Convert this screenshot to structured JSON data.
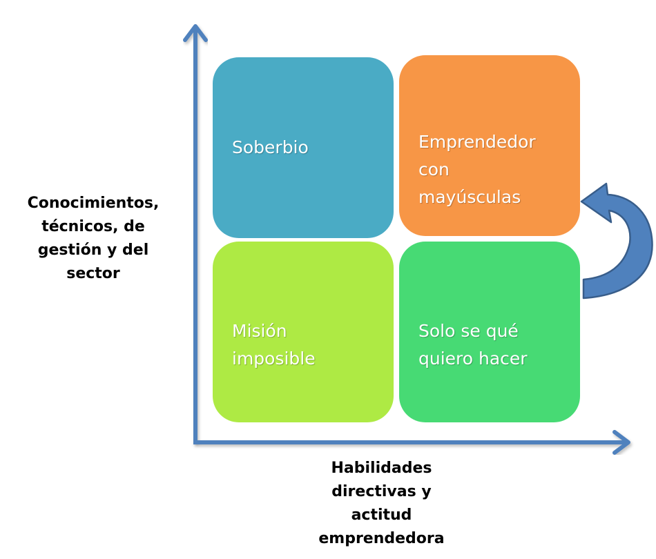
{
  "diagram": {
    "type": "2x2 matrix",
    "y_axis_label_lines": [
      "Conocimientos,",
      "técnicos, de",
      "gestión y del",
      "sector"
    ],
    "x_axis_label_lines": [
      "Habilidades",
      "directivas y",
      "actitud",
      "emprendedora"
    ],
    "quadrants": {
      "top_left": {
        "lines": [
          "Soberbio"
        ],
        "color": "#4aabc5"
      },
      "top_right": {
        "lines": [
          "Emprendedor",
          "con",
          "mayúsculas"
        ],
        "color": "#f79646"
      },
      "bottom_left": {
        "lines": [
          "Misión",
          "imposible"
        ],
        "color": "#aeea44"
      },
      "bottom_right": {
        "lines": [
          "Solo se qué",
          "quiero hacer"
        ],
        "color": "#47da74"
      }
    },
    "axis_color": "#4f81bd",
    "curved_arrow": {
      "from": "bottom_right",
      "to": "top_right",
      "color": "#4f81bd"
    }
  }
}
